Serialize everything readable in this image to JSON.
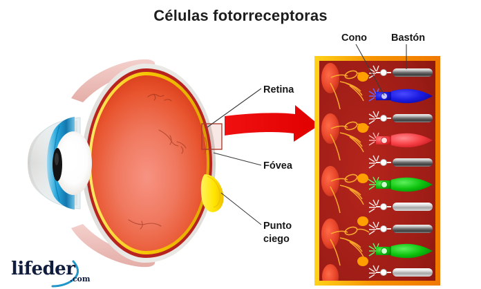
{
  "figure": {
    "title": "Células fotorreceptoras",
    "background_color": "#ffffff",
    "title_color": "#1d1d1d"
  },
  "labels": {
    "retina": "Retina",
    "fovea": "Fóvea",
    "punto_ciego": "Punto\nciego",
    "cono": "Cono",
    "baston": "Bastón"
  },
  "eye_diagram": {
    "name": "eye-cross-section",
    "sclera_color": "#d9d6d2",
    "globe_color_outer": "#e2452a",
    "globe_color_inner": "#f07a64",
    "retina_rim_color": "#f2c200",
    "choroid_color": "#b8231f",
    "blind_spot_color": "#ffe400",
    "iris_color": "#25a8dd",
    "pupil_color": "#1a1a1a",
    "lens_color": "#ffffff",
    "cornea_color": "#e8f2f6",
    "muscle_color": "#eeb7b2",
    "highlight_box_color": "#c0392b"
  },
  "arrow": {
    "name": "zoom-arrow",
    "color": "#e8110f",
    "direction": "right"
  },
  "retina_panel": {
    "name": "retina-detail-panel",
    "background_color": "#a81f1a",
    "border_color": "#f39200",
    "border_accent_color": "#ffd200",
    "neuron_color": "#ffb12e",
    "ganglion_color": "#ffa000",
    "pigment_blob_color": "#e8462b",
    "rod_color": "#b7b7b7",
    "cone_colors": {
      "blue": "#1414dc",
      "red": "#f23b40",
      "green": "#11c411"
    },
    "cells": [
      {
        "index": 0,
        "type": "rod",
        "label": "Bastón"
      },
      {
        "index": 1,
        "type": "cone-blue",
        "label": "Cono"
      },
      {
        "index": 2,
        "type": "rod",
        "label": "Bastón"
      },
      {
        "index": 3,
        "type": "cone-red",
        "label": "Cono"
      },
      {
        "index": 4,
        "type": "rod",
        "label": "Bastón"
      },
      {
        "index": 5,
        "type": "cone-green",
        "label": "Cono"
      },
      {
        "index": 6,
        "type": "rod",
        "label": "Bastón"
      },
      {
        "index": 7,
        "type": "rod",
        "label": "Bastón"
      },
      {
        "index": 8,
        "type": "rod",
        "label": "Bastón"
      },
      {
        "index": 9,
        "type": "cone-blue",
        "label": "Cono"
      },
      {
        "index": 10,
        "type": "rod",
        "label": "Bastón"
      },
      {
        "index": 11,
        "type": "cone-red",
        "label": "Cono"
      },
      {
        "index": 12,
        "type": "rod",
        "label": "Bastón"
      },
      {
        "index": 13,
        "type": "cone-green",
        "label": "Cono"
      },
      {
        "index": 14,
        "type": "rod",
        "label": "Bastón"
      },
      {
        "index": 15,
        "type": "rod",
        "label": "Bastón"
      },
      {
        "index": 16,
        "type": "cone-green",
        "label": "Cono"
      },
      {
        "index": 17,
        "type": "rod",
        "label": "Bastón"
      }
    ]
  },
  "logo": {
    "name": "lifeder-logo",
    "word": "lifeder",
    "suffix": ".com",
    "color": "#111d3d",
    "swoosh_color": "#2196c9"
  }
}
